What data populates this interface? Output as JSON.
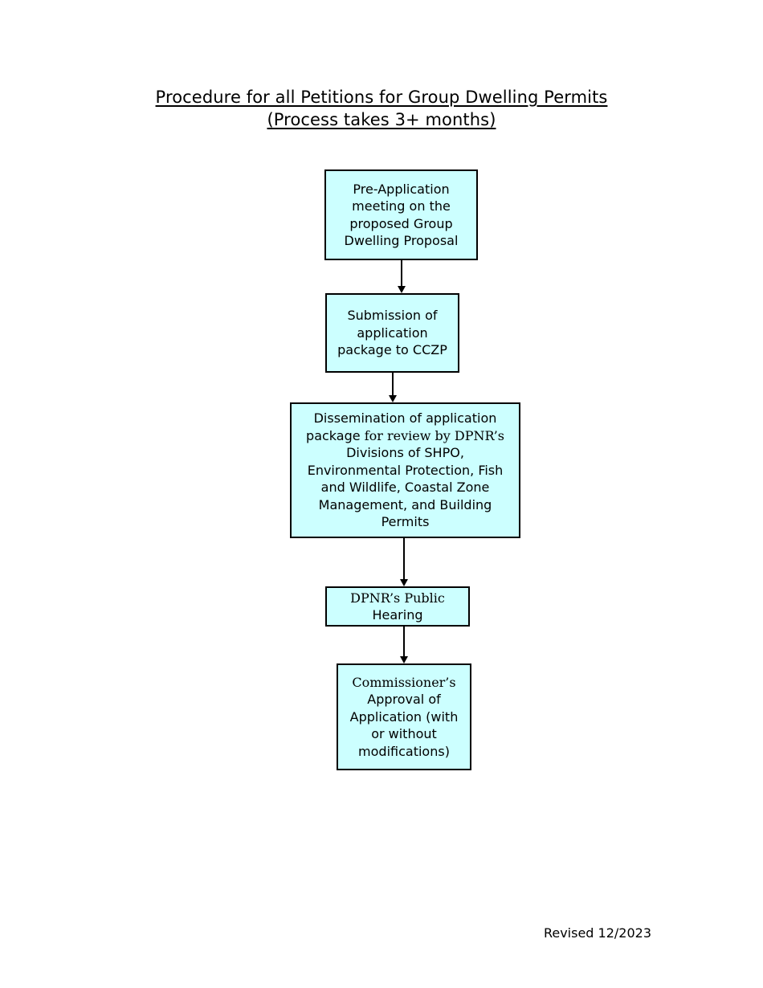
{
  "document": {
    "title_line_1": "Procedure for all Petitions for Group Dwelling Permits",
    "title_line_2": "(Process takes 3+ months)",
    "footer": "Revised 12/2023"
  },
  "flowchart": {
    "type": "flowchart",
    "orientation": "vertical-top-to-bottom",
    "node_fill_color": "#CCFFFF",
    "node_border_color": "#000000",
    "connector_color": "#000000",
    "nodes": [
      {
        "id": "preapp",
        "order": 1,
        "text": "Pre-Application\nmeeting on the\nproposed Group\nDwelling Proposal"
      },
      {
        "id": "submission",
        "order": 2,
        "text": "Submission of\napplication\npackage to CCZP"
      },
      {
        "id": "dissemination",
        "order": 3,
        "text_part_1": "Dissemination of application\npackage ",
        "text_part_2_serif": "for review by DPNR’s",
        "text_part_3": "\nDivisions of SHPO,\nEnvironmental Protection, Fish\nand Wildlife, Coastal Zone\nManagement, and Building\nPermits",
        "full_text": "Dissemination of application package for review by DPNR’s Divisions of SHPO, Environmental Protection, Fish and Wildlife, Coastal Zone Management, and Building Permits"
      },
      {
        "id": "hearing",
        "order": 4,
        "text_part_1_serif": "DPNR’s Public",
        "text_part_2": "\nHearing",
        "full_text": "DPNR’s Public Hearing"
      },
      {
        "id": "commissioner",
        "order": 5,
        "text_part_1_serif": "Commissioner’s",
        "text_part_2": "\nApproval of\nApplication (with\nor without\nmodifications)",
        "full_text": "Commissioner’s Approval of Application (with or without modifications)"
      }
    ],
    "edges": [
      {
        "id": "edge-1",
        "from": "preapp",
        "to": "submission",
        "arrow": "down"
      },
      {
        "id": "edge-2",
        "from": "submission",
        "to": "dissemination",
        "arrow": "down"
      },
      {
        "id": "edge-3",
        "from": "dissemination",
        "to": "hearing",
        "arrow": "down"
      },
      {
        "id": "edge-4",
        "from": "hearing",
        "to": "commissioner",
        "arrow": "down"
      }
    ]
  }
}
